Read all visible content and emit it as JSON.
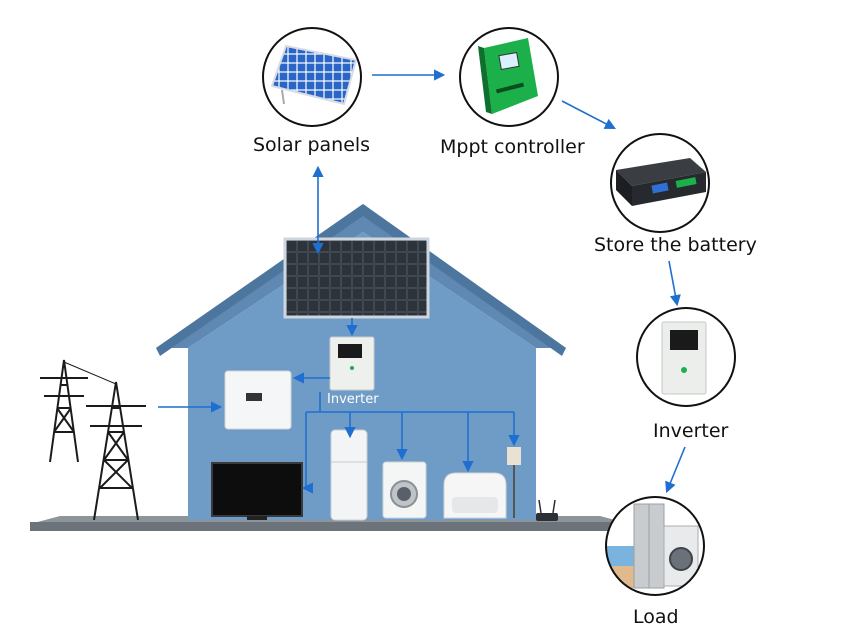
{
  "labels": {
    "solar_panels": "Solar panels",
    "mppt_controller": "Mppt controller",
    "store_battery": "Store the battery",
    "inverter": "Inverter",
    "load": "Load",
    "house_inverter": "Inverter"
  },
  "colors": {
    "arrow": "#1f6fd1",
    "house_wall": "#6f9cc7",
    "roof": "#5f88b2",
    "ground": "#767d84",
    "circle_border": "#111111",
    "controller_green": "#1bb04a"
  },
  "icons": [
    "solar-panel-icon",
    "mppt-controller-icon",
    "battery-icon",
    "inverter-icon",
    "load-appliances-icon",
    "power-tower-icon",
    "router-icon"
  ]
}
